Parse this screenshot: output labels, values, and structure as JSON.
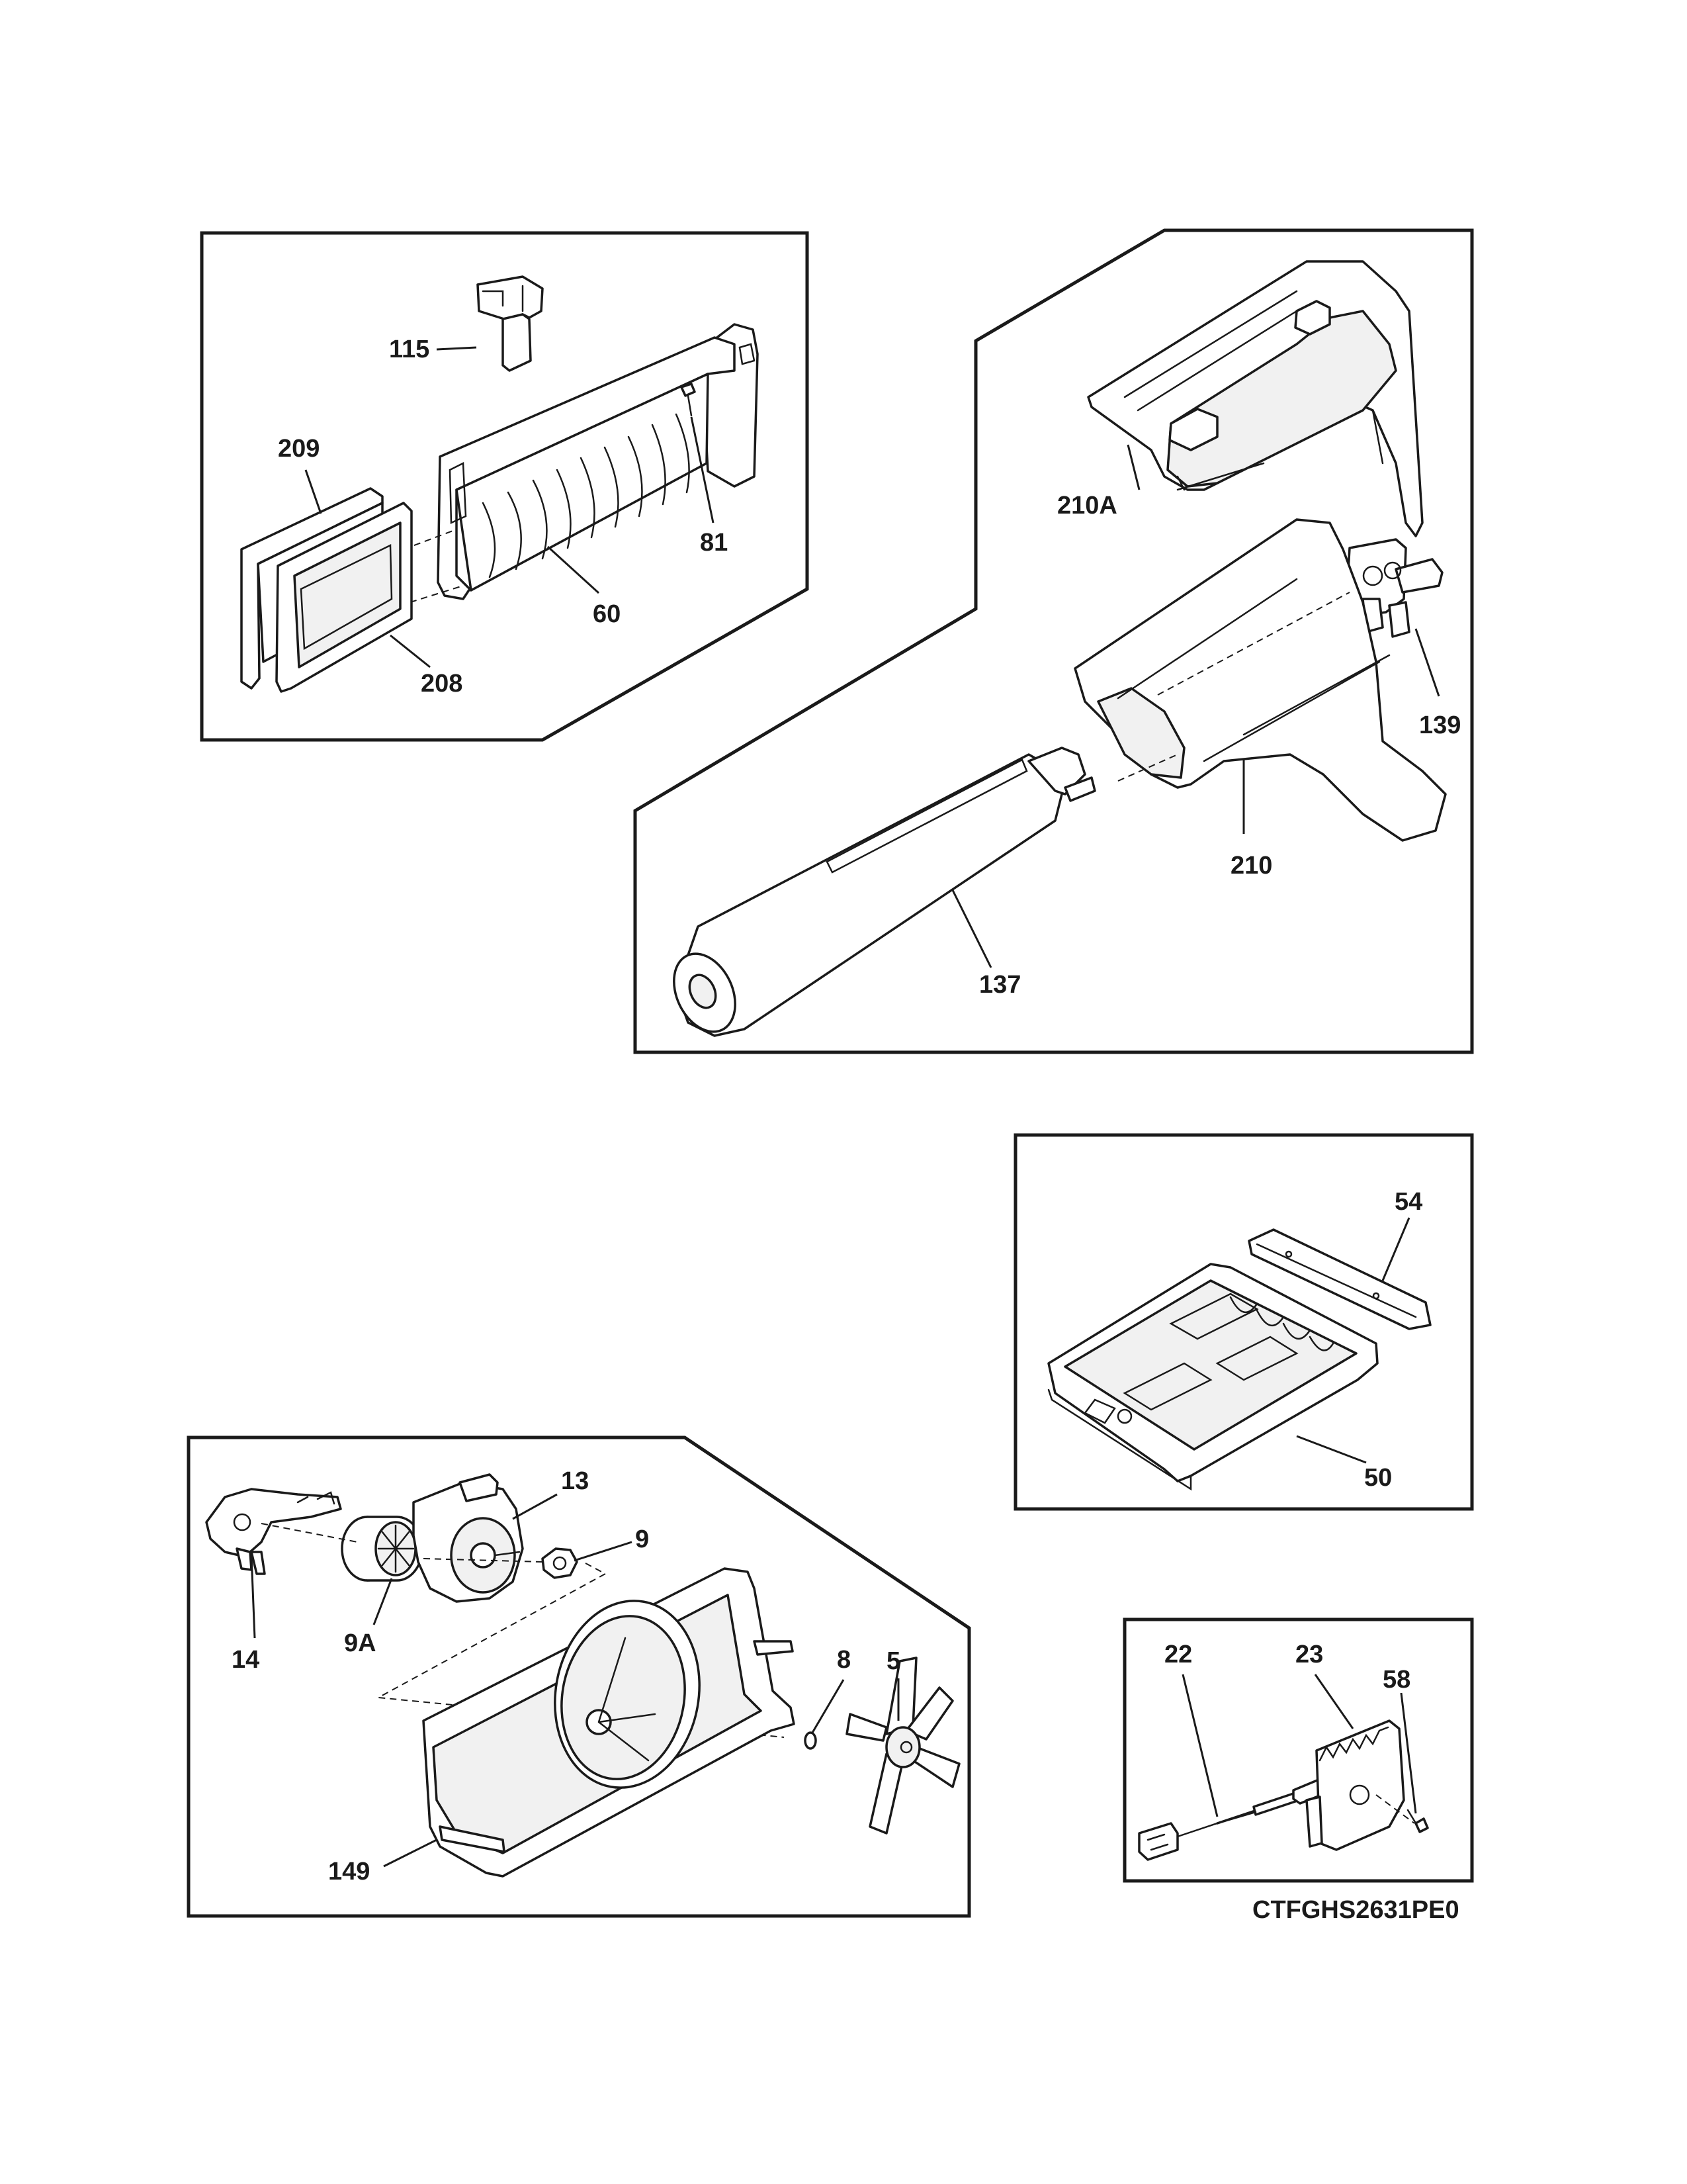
{
  "model_code": "CTFGHS2631PE0",
  "panels": {
    "filter_cover": {
      "callouts": {
        "c115": "115",
        "c209": "209",
        "c81": "81",
        "c60": "60",
        "c208": "208"
      }
    },
    "water_filter": {
      "callouts": {
        "c210A": "210A",
        "c139": "139",
        "c210": "210",
        "c137": "137"
      }
    },
    "control_board": {
      "callouts": {
        "c54": "54",
        "c50": "50"
      }
    },
    "fan_assembly": {
      "callouts": {
        "c13": "13",
        "c9": "9",
        "c14": "14",
        "c9A": "9A",
        "c8": "8",
        "c5": "5",
        "c149": "149"
      }
    },
    "sensor": {
      "callouts": {
        "c22": "22",
        "c23": "23",
        "c58": "58"
      }
    }
  }
}
